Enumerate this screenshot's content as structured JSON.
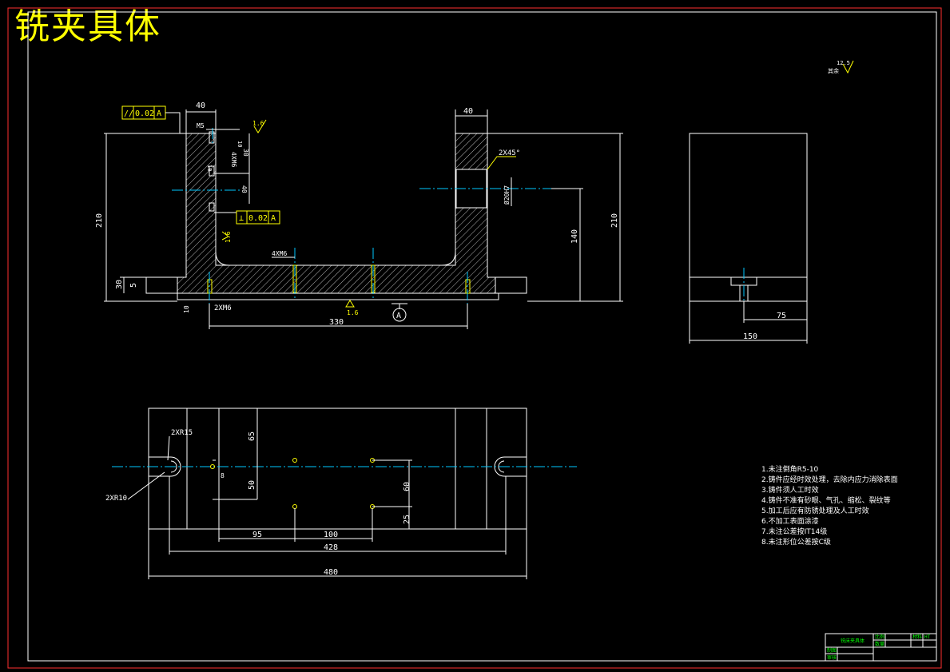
{
  "title": "铣夹具体",
  "roughness": {
    "label": "其余",
    "value": "12.5"
  },
  "front_view": {
    "d_top_left": "40",
    "d_top_right": "40",
    "d_m5": "M5",
    "d_10a": "10",
    "d_10b": "10",
    "d_30": "30",
    "d_4xm6_a": "4XM6",
    "d_40": "40",
    "d_2x45": "2X45°",
    "d_phi20": "Ø20H7",
    "d_140": "140",
    "d_210_left": "210",
    "d_210_right": "210",
    "d_30_left": "30",
    "d_5": "5",
    "d_4xm6_b": "4XM6",
    "d_10_bottom": "10",
    "d_2xm6": "2XM6",
    "d_330": "330",
    "r_16_a": "1.6",
    "r_16_b": "1.6",
    "r_16_c": "1.6",
    "datum": "A",
    "fcf_parallel": {
      "symbol": "//",
      "value": "0.02",
      "datum": "A"
    },
    "fcf_perp": {
      "symbol": "⊥",
      "value": "0.02",
      "datum": "A"
    }
  },
  "side_view": {
    "d_75": "75",
    "d_150": "150"
  },
  "top_view": {
    "d_2xr15": "2XR15",
    "d_2xr10": "2XR10",
    "d_65": "65",
    "d_50": "50",
    "d_8": "8",
    "d_60": "60",
    "d_25": "25",
    "d_95": "95",
    "d_100": "100",
    "d_428": "428",
    "d_480": "480"
  },
  "notes": [
    "1.未注倒角R5-10",
    "2.铸件应经时效处理，去除内应力消除表面",
    "3.铸件须人工时效",
    "4.铸件不准有砂眼、气孔、缩松、裂纹等",
    "5.加工后应有防锈处理及人工时效",
    "6.不加工表面涂漆",
    "7.未注公差按IT14级",
    "8.未注形位公差按C级"
  ],
  "title_block": {
    "name": "铣床夹具体",
    "cell_a": "比例",
    "cell_b": "数量",
    "cell_c": "材料",
    "cell_d": "HT",
    "cell_e": "制图",
    "cell_f": "审核"
  }
}
